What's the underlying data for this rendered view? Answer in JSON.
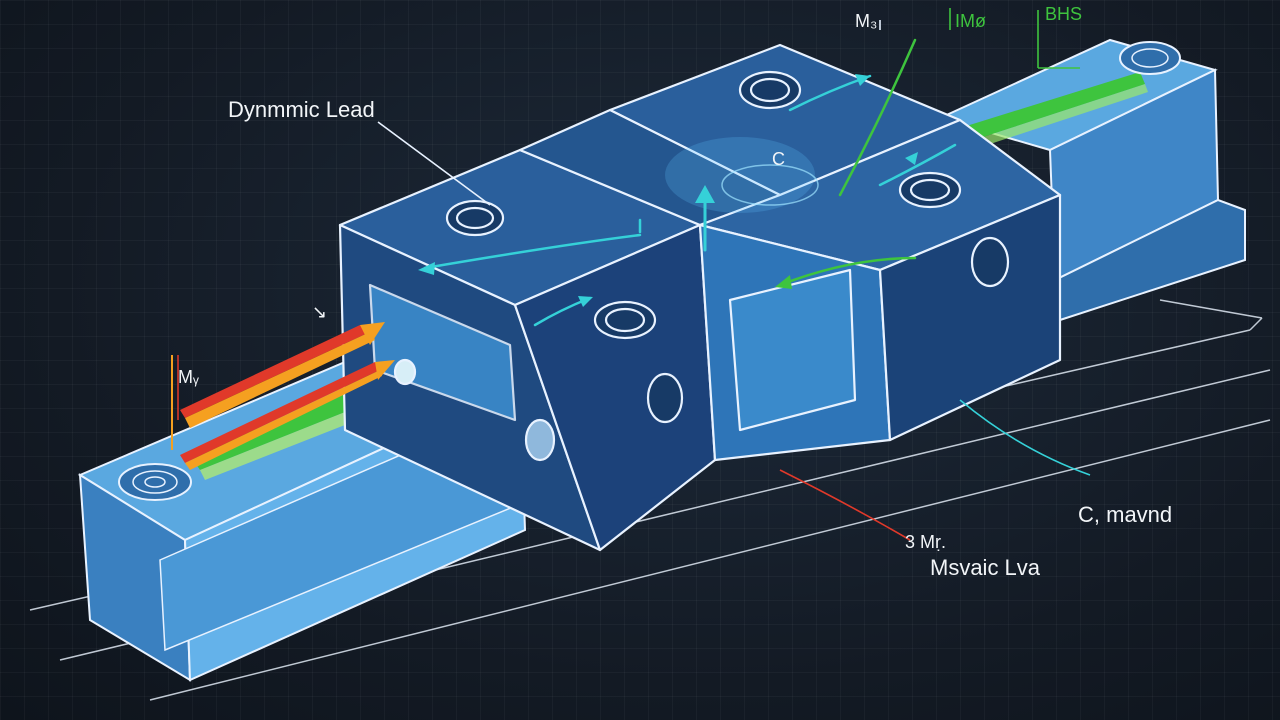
{
  "labels": {
    "dynamic_load": "Dynmmic Lead",
    "m_top_left": "M₃",
    "m_top_mid": "IMø",
    "m_top_right": "BHS",
    "m_left": "Mᵧ",
    "m_bottom": "3 Mṛ.",
    "m_bottom_caption": "Msvaic Lva",
    "c_right": "C, mavnd",
    "c_center": "C"
  },
  "colors": {
    "background": "#141b26",
    "rail": "#4f9bd6",
    "block_dark": "#1f4d86",
    "block_mid": "#2e6eb0",
    "outline": "#e8f2ff",
    "accent_green": "#3ec43e",
    "accent_cyan": "#35d1d8",
    "accent_red": "#e0392a",
    "accent_orange": "#f5a020"
  }
}
